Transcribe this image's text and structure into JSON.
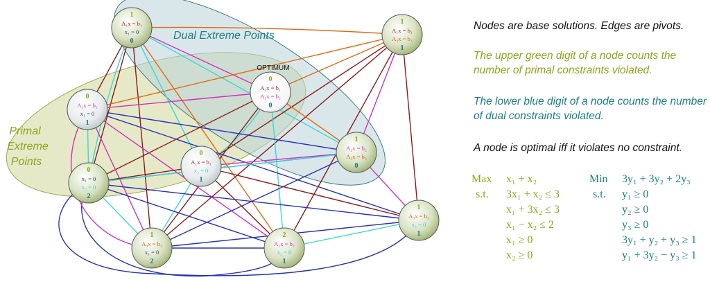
{
  "regions": {
    "dual": "Dual Extreme Points",
    "primal": [
      "Primal",
      "Extreme",
      "Points"
    ]
  },
  "optimum_label": "OPTIMUM",
  "nodes": [
    {
      "id": "n1",
      "top": "1",
      "bottom": "0",
      "lines": [
        "A₁x = b₁",
        "x₁ = 0"
      ],
      "line_colors": [
        "#9c1c1c",
        "#2c3e86"
      ]
    },
    {
      "id": "n2",
      "top": "1",
      "bottom": "1",
      "lines": [
        "A₁x = b₁",
        "A₃x = b₃"
      ],
      "line_colors": [
        "#9c1c1c",
        "#d06418"
      ]
    },
    {
      "id": "n3",
      "top": "0",
      "bottom": "0",
      "lines": [
        "A₁x = b₁",
        "A₂x = b₂"
      ],
      "line_colors": [
        "#9c1c1c",
        "#d030c0"
      ]
    },
    {
      "id": "n4",
      "top": "0",
      "bottom": "1",
      "lines": [
        "A₂x = b₂",
        "x₁ = 0"
      ],
      "line_colors": [
        "#d030c0",
        "#2c3e86"
      ]
    },
    {
      "id": "n5",
      "top": "1",
      "bottom": "0",
      "lines": [
        "A₂x = b₂",
        "A₃x = b₃"
      ],
      "line_colors": [
        "#d030c0",
        "#d06418"
      ]
    },
    {
      "id": "n6",
      "top": "0",
      "bottom": "1",
      "lines": [
        "A₁x = b₁",
        "x₂ = 0"
      ],
      "line_colors": [
        "#9c1c1c",
        "#38d8d8"
      ]
    },
    {
      "id": "n7",
      "top": "0",
      "bottom": "2",
      "lines": [
        "x₁ = 0",
        "x₂ = 0"
      ],
      "line_colors": [
        "#2c3e86",
        "#38d8d8"
      ]
    },
    {
      "id": "n8",
      "top": "1",
      "bottom": "1",
      "lines": [
        "A₃x = b₃",
        "x₂ = 0"
      ],
      "line_colors": [
        "#d06418",
        "#38d8d8"
      ]
    },
    {
      "id": "n9",
      "top": "1",
      "bottom": "2",
      "lines": [
        "A₃x = b₃",
        "x₁ = 0"
      ],
      "line_colors": [
        "#d06418",
        "#2c3e86"
      ]
    },
    {
      "id": "n10",
      "top": "2",
      "bottom": "1",
      "lines": [
        "A₂x = b₂",
        "x₂ = 0"
      ],
      "line_colors": [
        "#d030c0",
        "#38d8d8"
      ]
    }
  ],
  "colors": {
    "primal_count": "#8fa31a",
    "dual_count": "#1a6f86",
    "a1": "#8b1a1a",
    "a2": "#d030c0",
    "a3": "#e06a14",
    "x1": "#2530b8",
    "x2": "#38d8d8"
  },
  "notes": [
    {
      "text": "Nodes are base solutions. Edges are pivots.",
      "color": "#111111"
    },
    {
      "text": "The upper green digit of a node counts the number of primal constraints violated.",
      "color": "#8fa31a"
    },
    {
      "text": "The lower blue digit of a node counts the number of dual constraints violated.",
      "color": "#1a7e86"
    },
    {
      "text": "A node is optimal iff it violates no constraint.",
      "color": "#111111"
    }
  ],
  "primal_lp": {
    "objective_keyword": "Max",
    "objective": "x₁ + x₂",
    "subject_to": "s.t.",
    "constraints": [
      "3x₁ + x₂ ≤ 3",
      "x₁ + 3x₂ ≤ 3",
      "x₁ − x₂ ≤ 2",
      "x₁ ≥ 0",
      "x₂ ≥ 0"
    ]
  },
  "dual_lp": {
    "objective_keyword": "Min",
    "objective": "3y₁ + 3y₂ + 2y₃",
    "subject_to": "s.t.",
    "constraints": [
      "y₁ ≥ 0",
      "y₂ ≥ 0",
      "y₃ ≥ 0",
      "3y₁ + y₂ + y₃ ≥ 1",
      "y₁ + 3y₂ − y₃ ≥ 1"
    ]
  }
}
